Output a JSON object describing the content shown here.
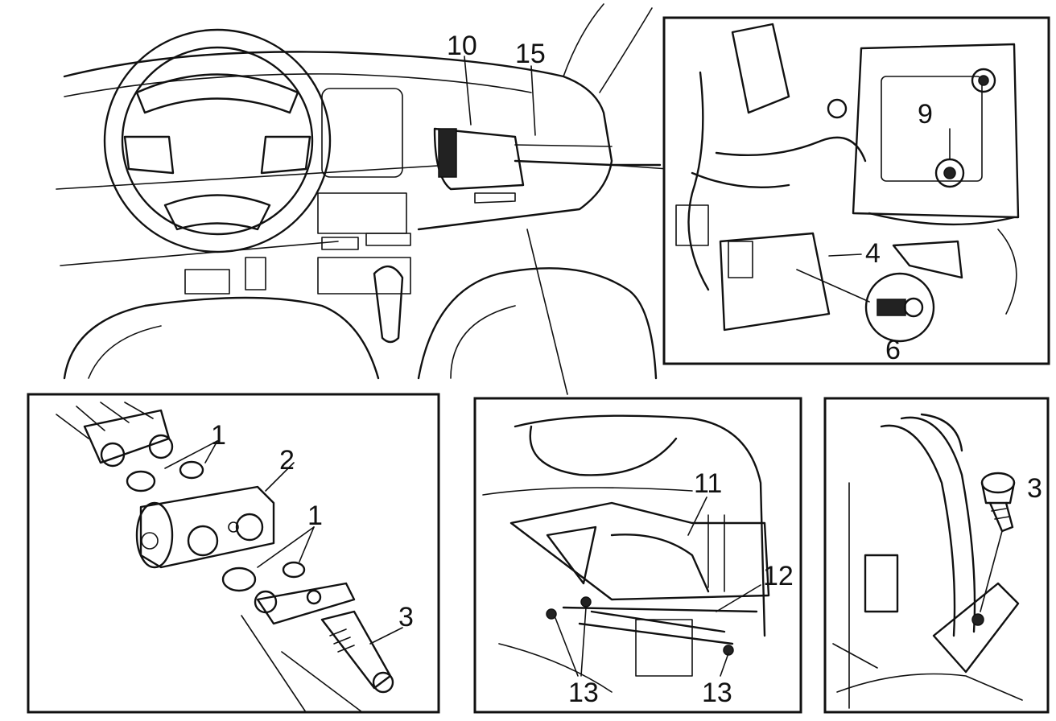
{
  "callouts": {
    "n1a": "1",
    "n1b": "1",
    "n2": "2",
    "n3a": "3",
    "n3b": "3",
    "n4": "4",
    "n6": "6",
    "n9": "9",
    "n10": "10",
    "n11": "11",
    "n12": "12",
    "n13a": "13",
    "n13b": "13",
    "n15": "15"
  }
}
